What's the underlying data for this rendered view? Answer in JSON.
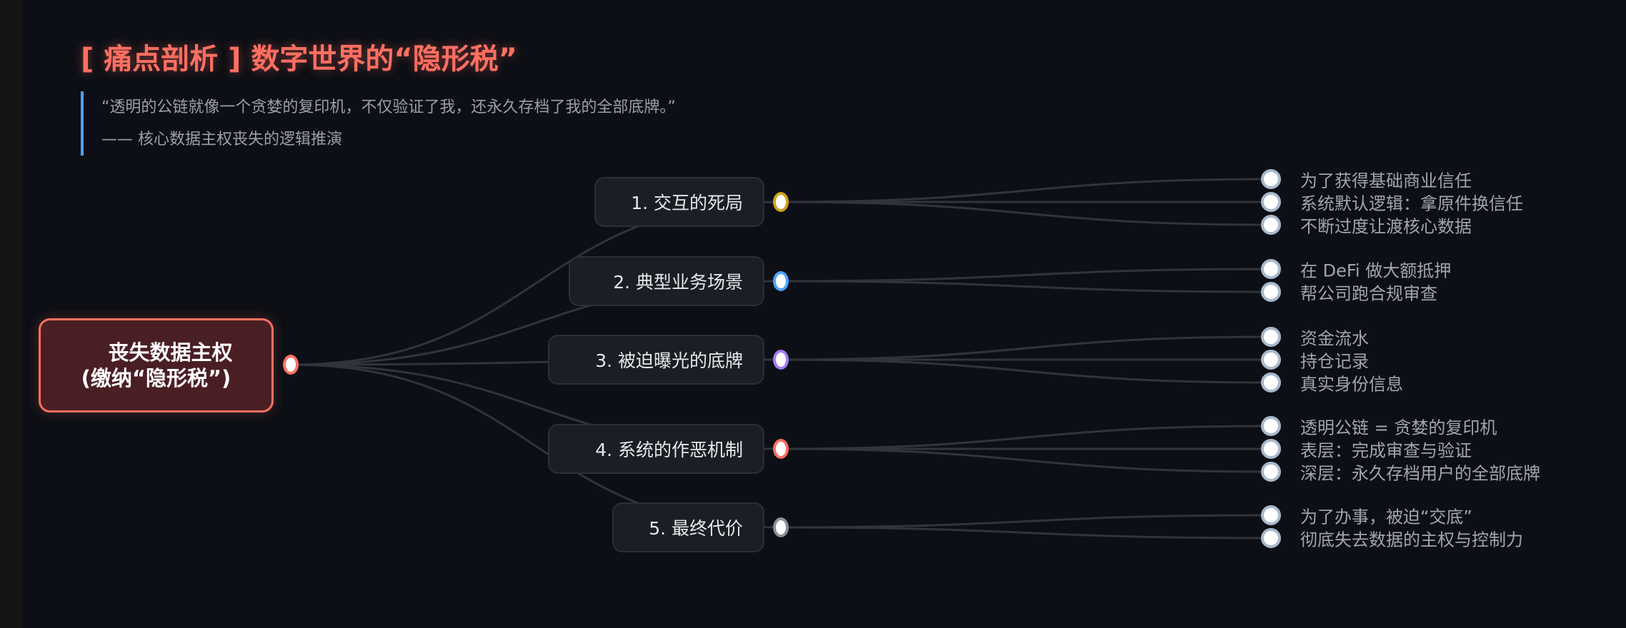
{
  "title": "[ 痛点剖析 ] 数字世界的“隐形税”",
  "quote": {
    "line1": "“透明的公链就像一个贪婪的复印机，不仅验证了我，还永久存档了我的全部底牌。”",
    "line2": "—— 核心数据主权丧失的逻辑推演",
    "accent": "#4da3ff"
  },
  "root": {
    "line1": "丧失数据主权",
    "line2": "(缴纳“隐形税”)",
    "color": "#ff6f61"
  },
  "branches": [
    {
      "label": "1. 交互的死局",
      "color": "#d4a020",
      "leaves": [
        "为了获得基础商业信任",
        "系统默认逻辑：拿原件换信任",
        "不断过度让渡核心数据"
      ]
    },
    {
      "label": "2. 典型业务场景",
      "color": "#4da3ff",
      "leaves": [
        "在 DeFi 做大额抵押",
        "帮公司跑合规审查"
      ]
    },
    {
      "label": "3. 被迫曝光的底牌",
      "color": "#a57cf5",
      "leaves": [
        "资金流水",
        "持仓记录",
        "真实身份信息"
      ]
    },
    {
      "label": "4. 系统的作恶机制",
      "color": "#ff6f61",
      "leaves": [
        "透明公链 = 贪婪的复印机",
        "表层：完成审查与验证",
        "深层：永久存档用户的全部底牌"
      ]
    },
    {
      "label": "5. 最终代价",
      "color": "#8a8f98",
      "leaves": [
        "为了办事，被迫“交底”",
        "彻底失去数据的主权与控制力"
      ]
    }
  ]
}
